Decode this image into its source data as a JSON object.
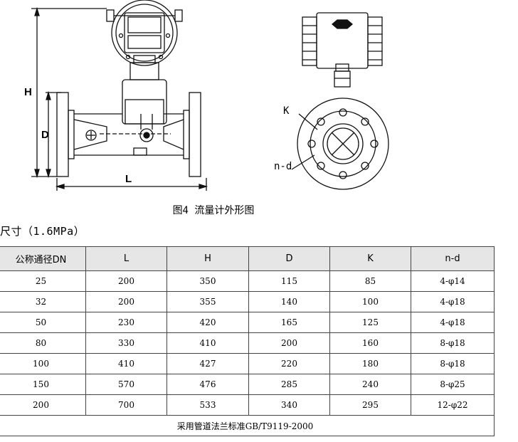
{
  "drawing": {
    "labels": {
      "h": "H",
      "d": "D",
      "l": "L",
      "k": "K",
      "nd": "n-d"
    }
  },
  "figure": {
    "caption": "图4 流量计外形图"
  },
  "section": {
    "title": "尺寸（1.6MPa）"
  },
  "table": {
    "headers": [
      "公称通径DN",
      "L",
      "H",
      "D",
      "K",
      "n-d"
    ],
    "rows": [
      [
        "25",
        "200",
        "350",
        "115",
        "85",
        "4-φ14"
      ],
      [
        "32",
        "200",
        "355",
        "140",
        "100",
        "4-φ18"
      ],
      [
        "50",
        "230",
        "420",
        "165",
        "125",
        "4-φ18"
      ],
      [
        "80",
        "330",
        "410",
        "200",
        "160",
        "8-φ18"
      ],
      [
        "100",
        "410",
        "427",
        "220",
        "180",
        "8-φ18"
      ],
      [
        "150",
        "570",
        "476",
        "285",
        "240",
        "8-φ25"
      ],
      [
        "200",
        "700",
        "533",
        "340",
        "295",
        "12-φ22"
      ]
    ],
    "note": "采用管道法兰标准GB/T9119-2000"
  }
}
